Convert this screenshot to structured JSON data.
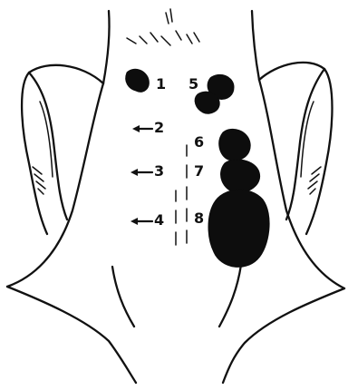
{
  "figure": {
    "markers": [
      {
        "label": "1"
      },
      {
        "label": "2"
      },
      {
        "label": "3"
      },
      {
        "label": "4"
      },
      {
        "label": "5"
      },
      {
        "label": "6"
      },
      {
        "label": "7"
      },
      {
        "label": "8"
      }
    ]
  },
  "colors": {
    "ink": "#111111",
    "background": "#ffffff"
  }
}
